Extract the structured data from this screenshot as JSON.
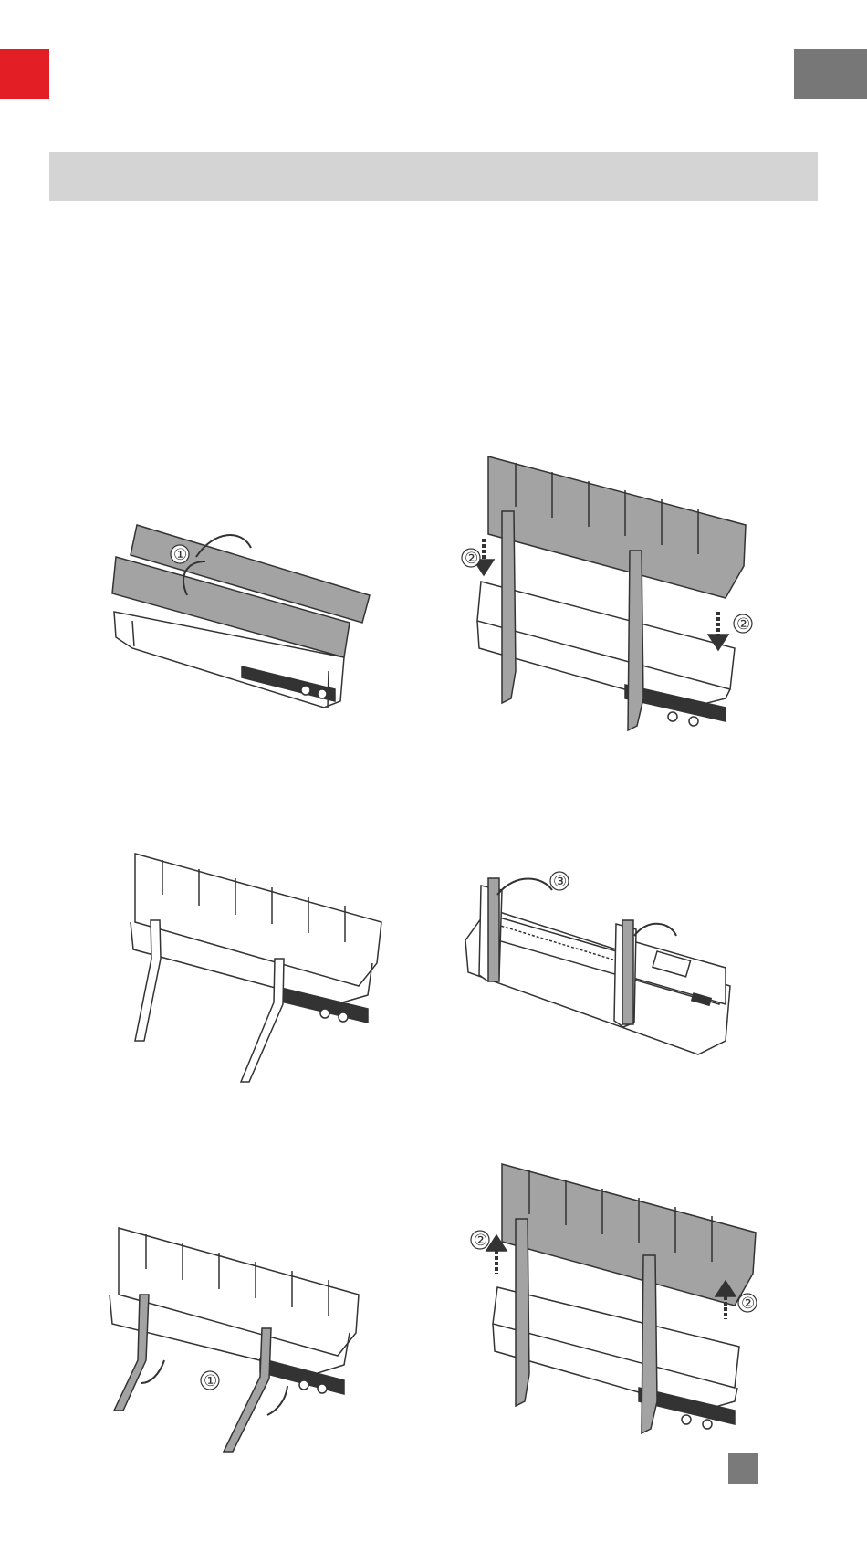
{
  "colors": {
    "accent_red": "#e31e24",
    "tab_gray": "#777777",
    "title_bar": "#d4d4d4",
    "part_gray": "#a3a3a3",
    "line": "#333333"
  },
  "steps": {
    "step1": "①",
    "step2": "②",
    "step3": "③"
  },
  "icons": {
    "arrow": "curved-arrow-icon",
    "down": "arrow-down-icon",
    "up": "arrow-up-icon"
  }
}
